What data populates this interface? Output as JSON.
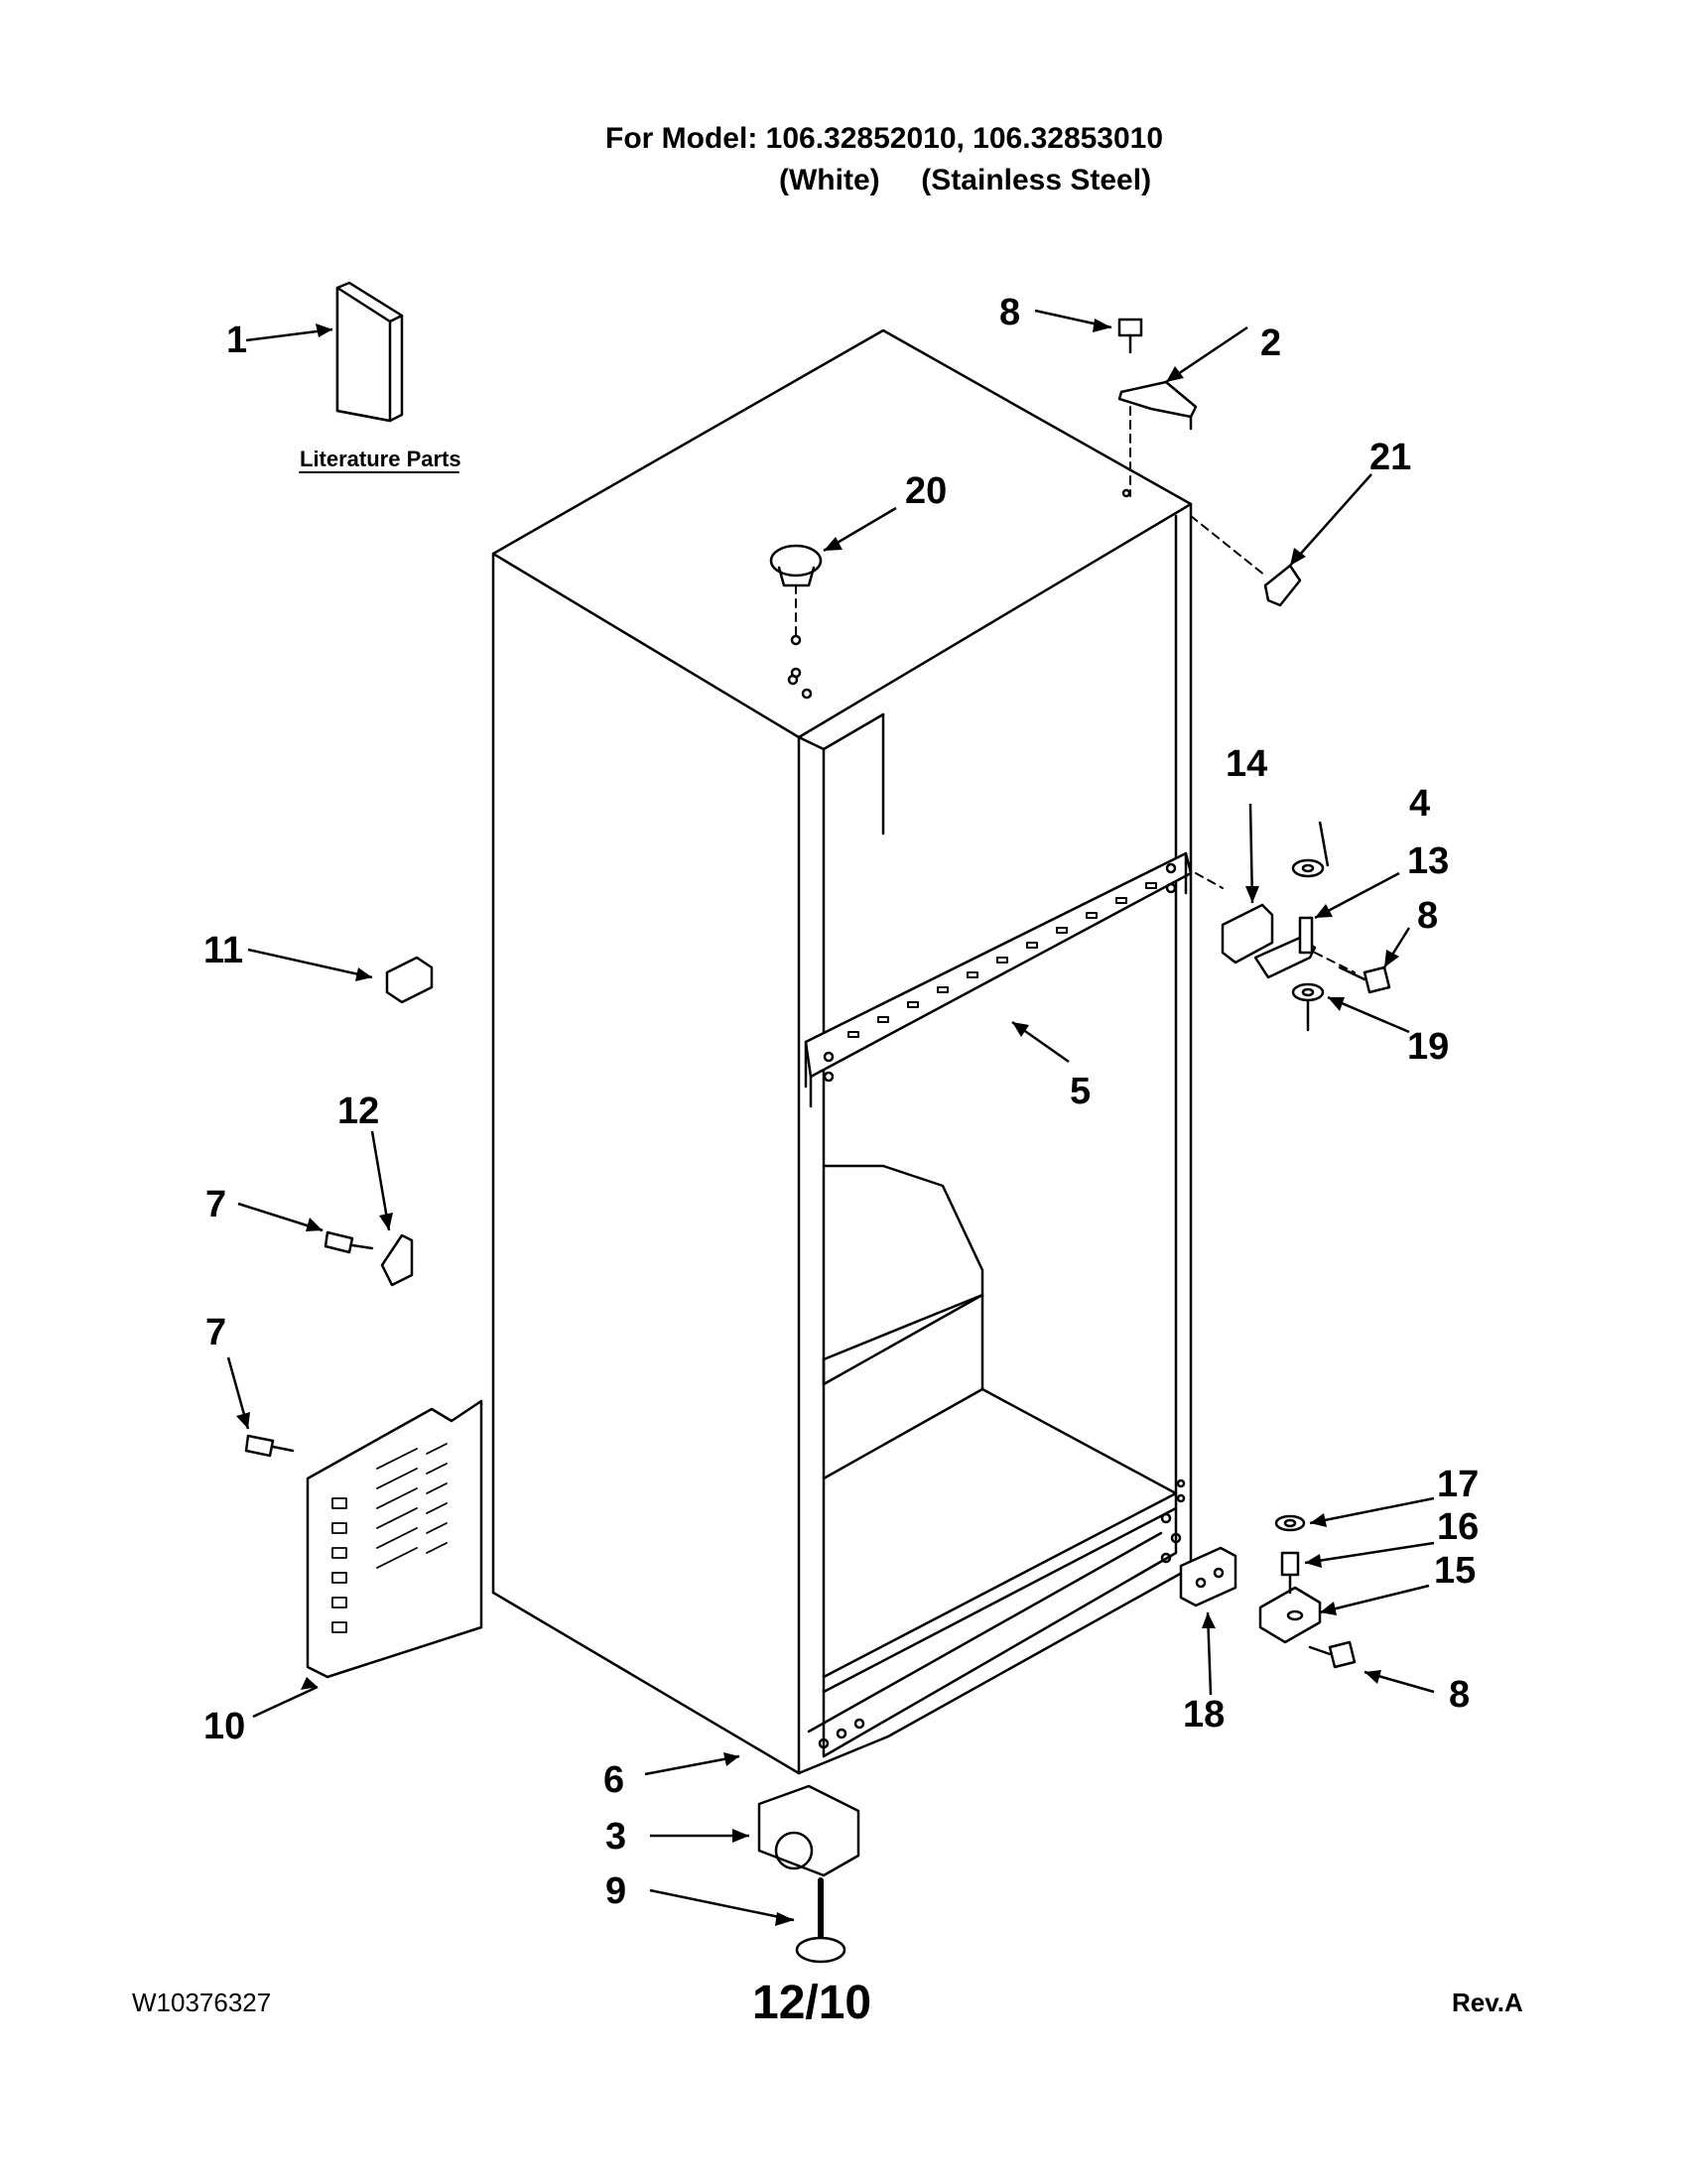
{
  "header": {
    "line1": "For Model: 106.32852010, 106.32853010",
    "line2": "(White)     (Stainless Steel)"
  },
  "literature_label": "Literature Parts",
  "callouts": [
    "1",
    "2",
    "3",
    "4",
    "5",
    "6",
    "7",
    "7",
    "8",
    "8",
    "8",
    "8",
    "9",
    "10",
    "11",
    "12",
    "13",
    "14",
    "15",
    "16",
    "17",
    "18",
    "19",
    "20",
    "21"
  ],
  "footer": {
    "doc_number": "W10376327",
    "date": "12/10",
    "revision": "Rev.A"
  }
}
